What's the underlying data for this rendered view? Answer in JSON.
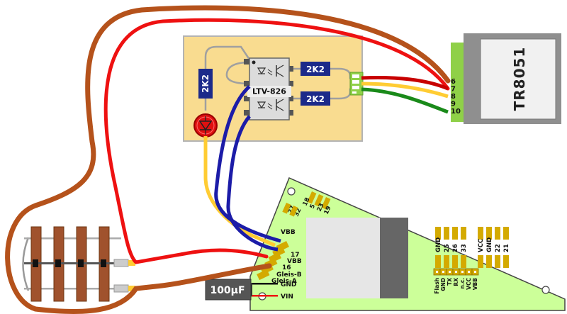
{
  "relay_module": {
    "resistor_left": "2K2",
    "resistor_top": "2K2",
    "resistor_bottom": "2K2",
    "optocoupler": "LTV-826"
  },
  "tr8051": {
    "label": "TR8051",
    "pins": [
      "6",
      "7",
      "8",
      "9",
      "10"
    ]
  },
  "capacitor": {
    "label": "100µF",
    "leg_labels": [
      "GND",
      "VIN"
    ]
  },
  "decoder_board": {
    "top_pads": [
      "27",
      "32",
      "18",
      "5",
      "23",
      "19"
    ],
    "left_labels": [
      "VBB",
      "17",
      "VBB",
      "16",
      "Gleis-B",
      "Gleis-A"
    ],
    "right_pads": [
      "GND",
      "25",
      "26",
      "33",
      "VCC",
      "GND",
      "22",
      "21"
    ],
    "header_pins": [
      "Flash",
      "GND",
      "TX",
      "RX",
      "n.c.",
      "VCC",
      "VBB"
    ]
  },
  "colors": {
    "brown_wire": "#b5521b",
    "red_wire": "#ee1111",
    "yellow_wire": "#ffcc33",
    "green_wire": "#1a8a1a",
    "blue_wire": "#1c1ca8",
    "dark_red_wire": "#c80000",
    "module_board": "#f9dc90",
    "decoder_board": "#ccff99",
    "pad": "#d4aa00",
    "resistor": "#1c2a8a",
    "led": "#e01010"
  }
}
